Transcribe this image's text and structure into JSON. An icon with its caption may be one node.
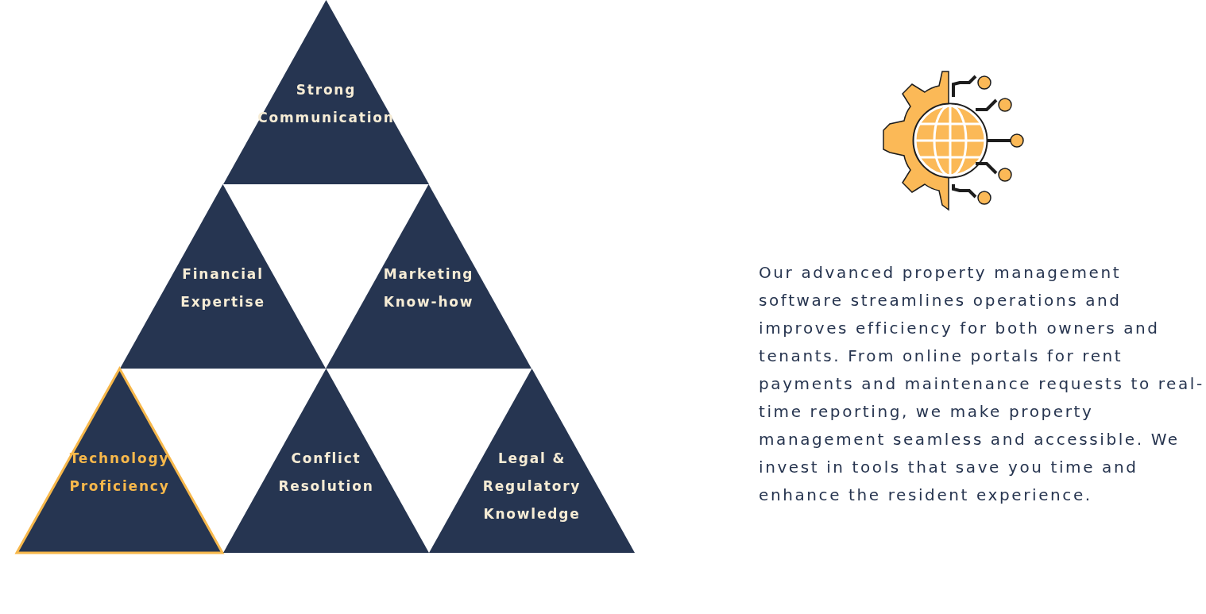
{
  "diagram": {
    "nodes": [
      {
        "text": [
          "Strong Communication"
        ]
      },
      {
        "text": [
          "Financial Expertise"
        ]
      },
      {
        "text": [
          "Marketing Know-how"
        ]
      },
      {
        "text": [
          "Technology Proficiency"
        ]
      },
      {
        "text": [
          "Conflict Resolution"
        ]
      },
      {
        "text": [
          "Legal & Regulatory Knowledge"
        ]
      }
    ],
    "labels": [
      "Our advanced property management software streamlines operations and improves efficiency for both owners and tenants. From online portals for rent payments and maintenance requests to real-time reporting, we make property management seamless and accessible. We invest in tools that save you time and enhance the resident experience."
    ]
  }
}
